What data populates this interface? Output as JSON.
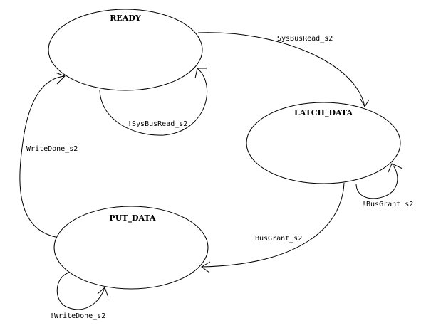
{
  "diagram": {
    "states": {
      "ready": "READY",
      "latch_data": "LATCH_DATA",
      "put_data": "PUT_DATA"
    },
    "transitions": {
      "ready_to_latch": "SysBusRead_s2",
      "ready_self": "!SysBusRead_s2",
      "latch_self": "!BusGrant_s2",
      "latch_to_put": "BusGrant_s2",
      "put_self": "!WriteDone_s2",
      "put_to_ready": "WriteDone_s2"
    },
    "colors": {
      "stroke": "#000000",
      "background": "#ffffff"
    }
  }
}
